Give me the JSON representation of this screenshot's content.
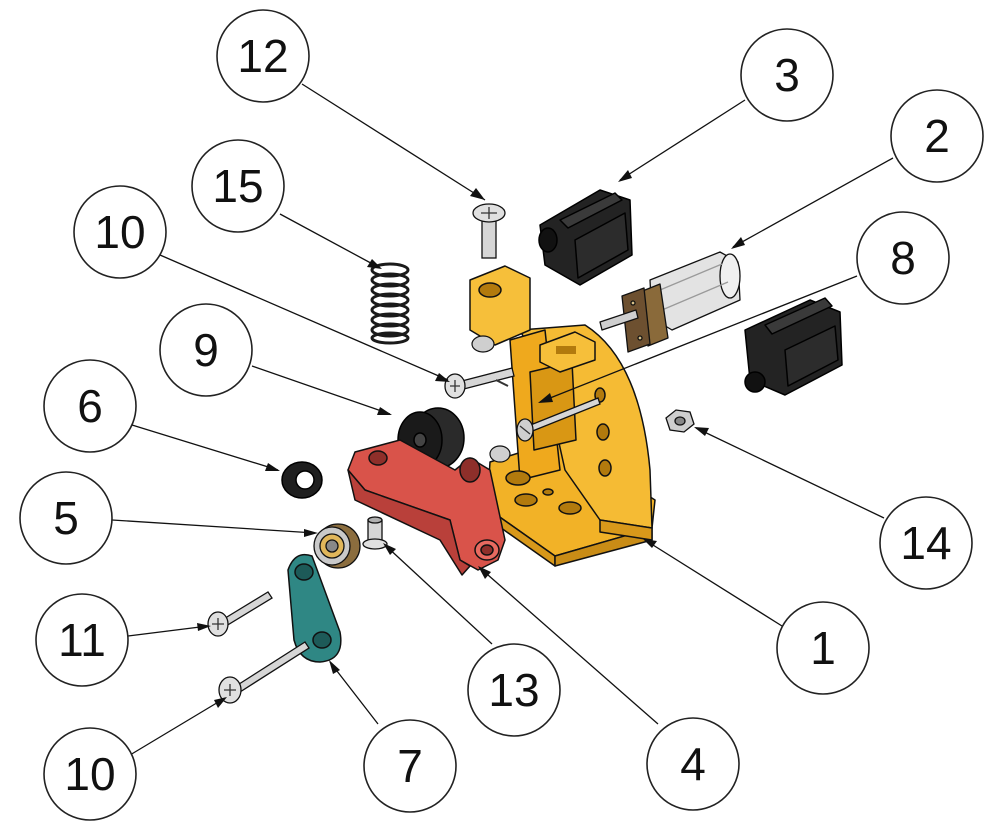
{
  "balloons": [
    {
      "id": "b12",
      "label": "12"
    },
    {
      "id": "b3",
      "label": "3"
    },
    {
      "id": "b2",
      "label": "2"
    },
    {
      "id": "b15",
      "label": "15"
    },
    {
      "id": "b10a",
      "label": "10"
    },
    {
      "id": "b8",
      "label": "8"
    },
    {
      "id": "b9",
      "label": "9"
    },
    {
      "id": "b6",
      "label": "6"
    },
    {
      "id": "b5",
      "label": "5"
    },
    {
      "id": "b14",
      "label": "14"
    },
    {
      "id": "b11",
      "label": "11"
    },
    {
      "id": "b1",
      "label": "1"
    },
    {
      "id": "b13",
      "label": "13"
    },
    {
      "id": "b10b",
      "label": "10"
    },
    {
      "id": "b7",
      "label": "7"
    },
    {
      "id": "b4",
      "label": "4"
    }
  ],
  "colors": {
    "frame": "#f2b227",
    "arm": "#d9534a",
    "link": "#2f8784",
    "black_part": "#1c1c1c",
    "metal": "#c9c9c9",
    "outline": "#111111"
  }
}
